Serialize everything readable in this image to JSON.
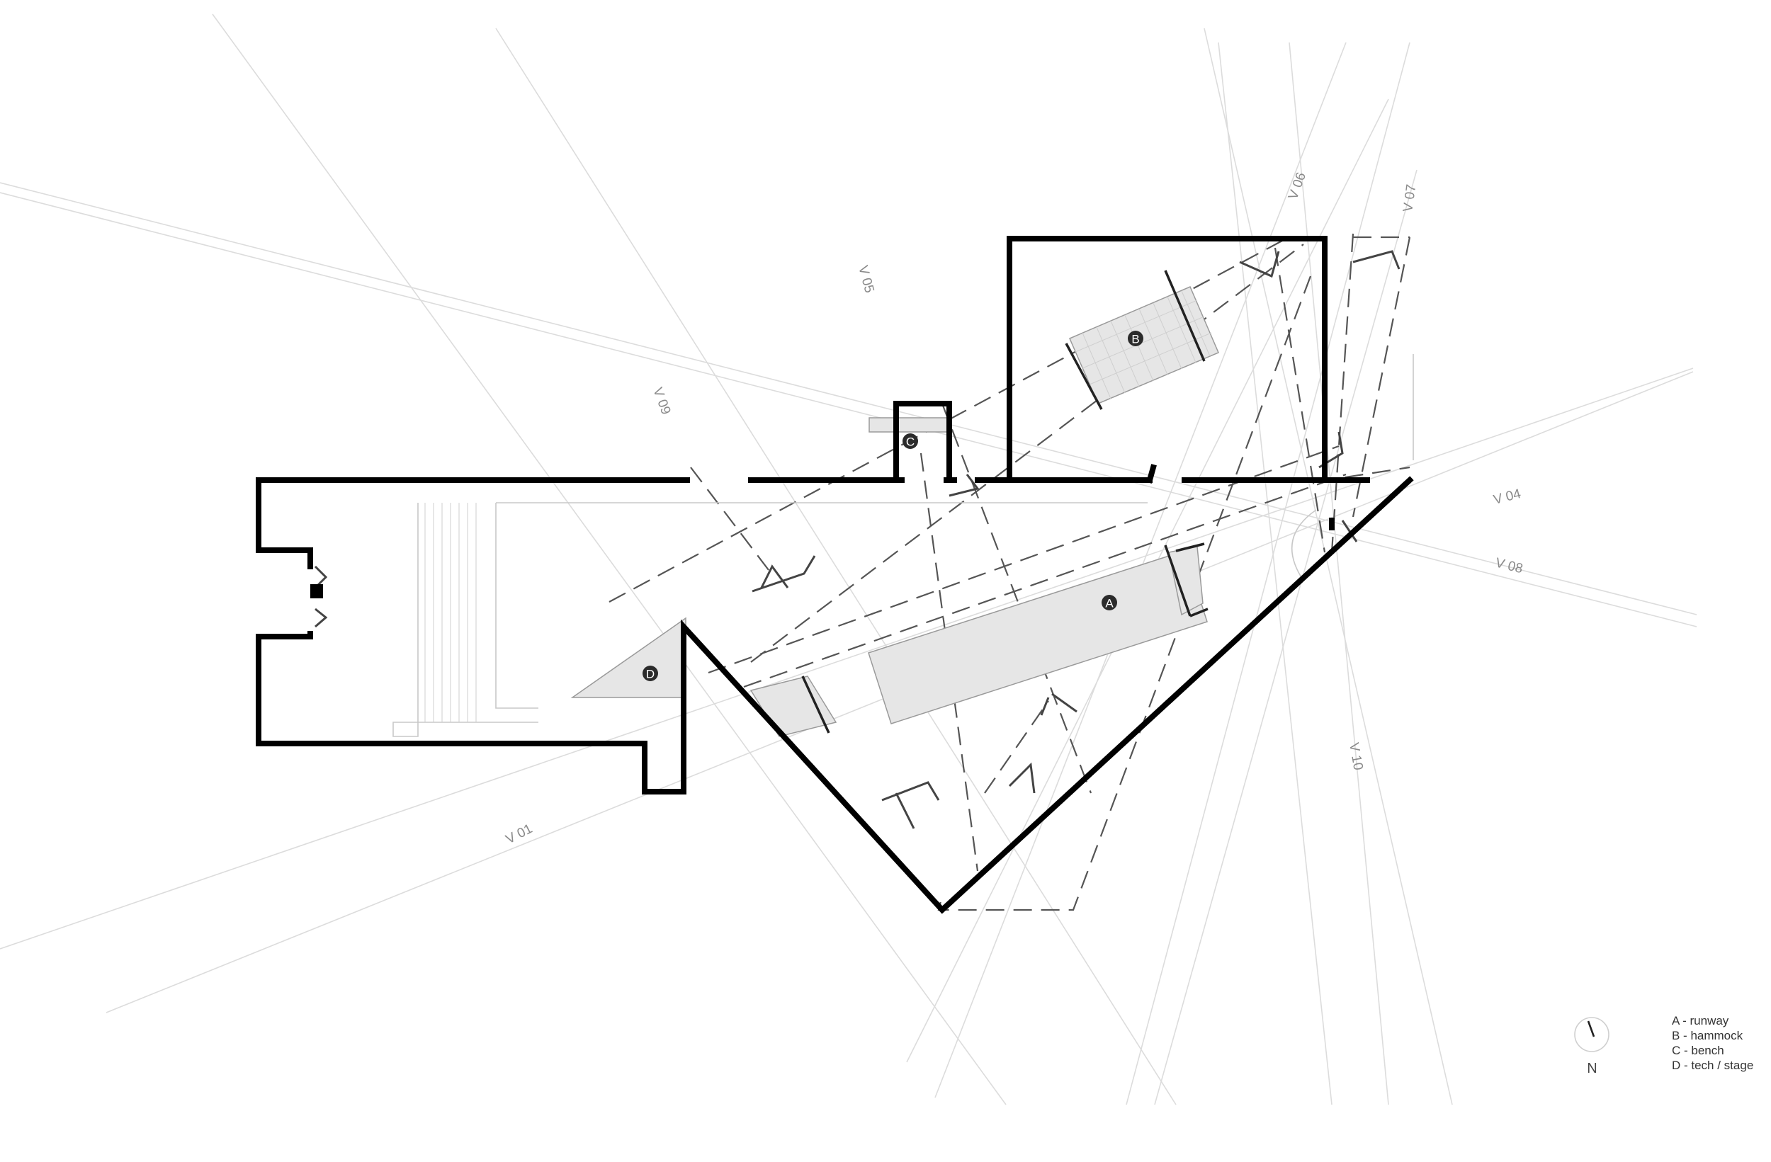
{
  "view_labels": [
    "V 01",
    "V 04",
    "V 05",
    "V 06",
    "V 07",
    "V 08",
    "V 09",
    "V 10"
  ],
  "zone_markers": [
    "A",
    "B",
    "C",
    "D"
  ],
  "legend": {
    "items": [
      {
        "label": "A - runway"
      },
      {
        "label": "B - hammock"
      },
      {
        "label": "C - bench"
      },
      {
        "label": "D - tech / stage"
      }
    ]
  },
  "north_arrow": {
    "label": "N",
    "icon": "north-arrow-icon"
  },
  "colors": {
    "wall": "#000000",
    "zone_fill": "#e6e6e6",
    "sightline": "#dcdcdc",
    "dashed": "#555555"
  }
}
